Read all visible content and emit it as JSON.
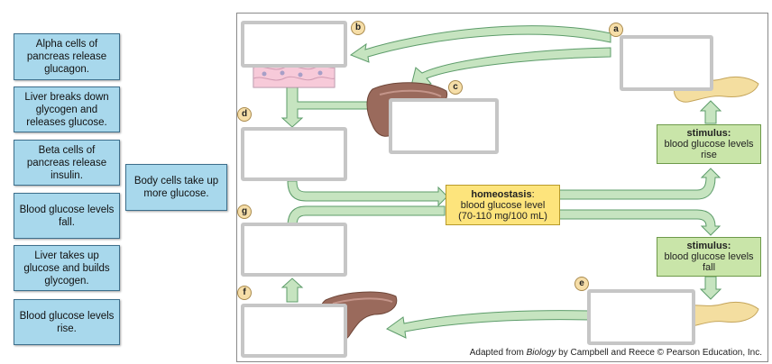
{
  "cards": [
    {
      "id": "alpha",
      "text": "Alpha cells of pancreas release glucagon."
    },
    {
      "id": "liver-breaks",
      "text": "Liver breaks down glycogen and releases glucose."
    },
    {
      "id": "beta",
      "text": "Beta cells of pancreas release insulin."
    },
    {
      "id": "fall",
      "text": "Blood glucose levels fall."
    },
    {
      "id": "liver-takes",
      "text": "Liver takes up glucose and builds glycogen."
    },
    {
      "id": "rise",
      "text": "Blood glucose levels rise."
    },
    {
      "id": "body-cells",
      "text": "Body cells take up more glucose."
    }
  ],
  "markers": [
    "a",
    "b",
    "c",
    "d",
    "e",
    "f",
    "g"
  ],
  "homeostasis": {
    "title": "homeostasis",
    "line1": "blood glucose level",
    "line2": "(70-110 mg/100 mL)"
  },
  "stimulus_rise": {
    "title": "stimulus:",
    "text": "blood glucose levels rise"
  },
  "stimulus_fall": {
    "title": "stimulus:",
    "text": "blood glucose levels fall"
  },
  "credit": {
    "before": "Adapted from ",
    "book": "Biology",
    "after": " by Campbell and Reece © Pearson Education, Inc."
  },
  "colors": {
    "arrow_fill": "#c6e4c0",
    "arrow_stroke": "#5d9c6a",
    "card_fill": "#a8d8ec",
    "homeostasis_fill": "#fde47c",
    "stimulus_fill": "#c9e5a9"
  }
}
